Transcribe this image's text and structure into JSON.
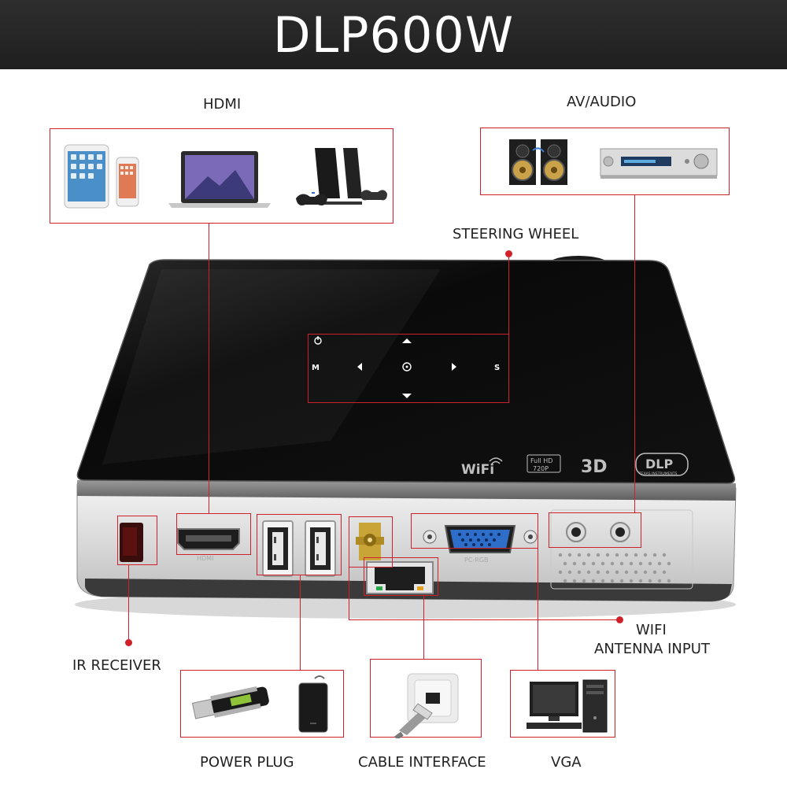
{
  "header": {
    "title": "DLP600W"
  },
  "labels": {
    "hdmi": "HDMI",
    "av_audio": "AV/AUDIO",
    "steering_wheel": "STEERING WHEEL",
    "ir_receiver": "IR RECEIVER",
    "wifi_antenna_line1": "WIFI",
    "wifi_antenna_line2": "ANTENNA INPUT",
    "power_plug": "POWER PLUG",
    "cable_interface": "CABLE INTERFACE",
    "vga": "VGA"
  },
  "control_panel": {
    "buttons": [
      "power",
      "up",
      "M",
      "left",
      "ok",
      "right",
      "S",
      "down"
    ],
    "m_label": "M",
    "s_label": "S"
  },
  "top_logos": {
    "wifi": "WiFi",
    "fullhd": "Full HD",
    "resolution": "720P",
    "three_d": "3D",
    "dlp": "DLP",
    "dlp_sub": "TEXAS INSTRUMENTS"
  },
  "port_labels": {
    "hdmi": "HDMI",
    "vga": "PC-RGB"
  },
  "colors": {
    "accent": "#d0202a",
    "header_bg": "#262626",
    "device_top": "#0c0c0c"
  }
}
